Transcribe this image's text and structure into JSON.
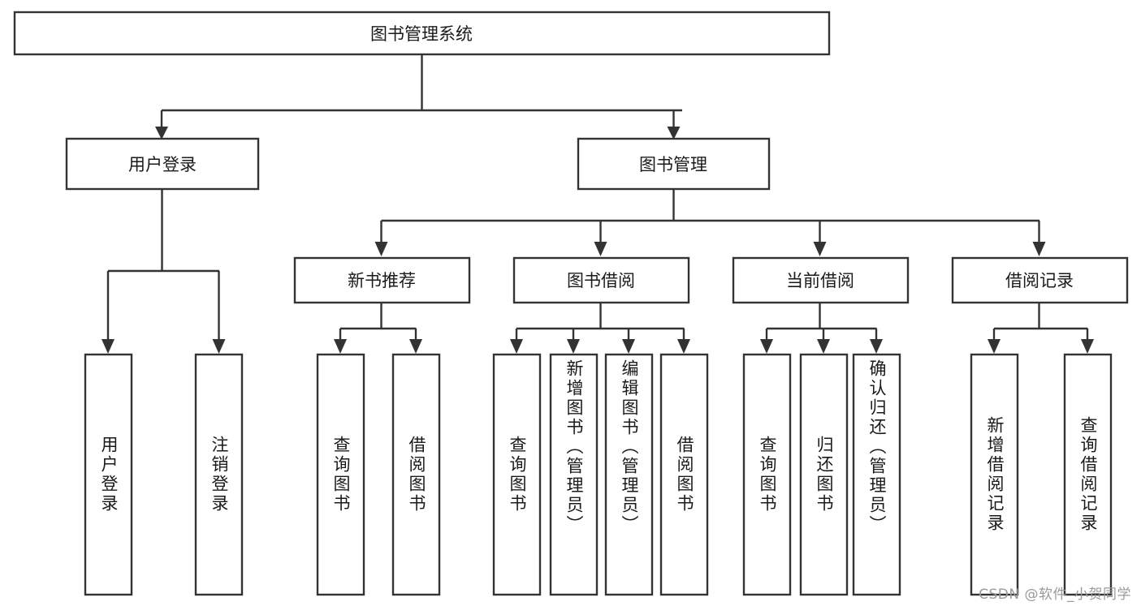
{
  "diagram": {
    "type": "tree-hierarchy-chart",
    "title": "图书管理系统",
    "watermark": "CSDN @软件_小贺同学",
    "colors": {
      "stroke": "#333333",
      "box_fill": "#ffffff",
      "text": "#1a1a1a",
      "background": "#ffffff",
      "watermark_text": "#9a9a9a"
    },
    "root": {
      "label": "图书管理系统"
    },
    "level2": [
      {
        "label": "用户登录"
      },
      {
        "label": "图书管理"
      }
    ],
    "level3": [
      {
        "label": "新书推荐"
      },
      {
        "label": "图书借阅"
      },
      {
        "label": "当前借阅"
      },
      {
        "label": "借阅记录"
      }
    ],
    "leaves": {
      "user_login": [
        {
          "label": "用户登录"
        },
        {
          "label": "注销登录"
        }
      ],
      "new_book_recommend": [
        {
          "label": "查询图书"
        },
        {
          "label": "借阅图书"
        }
      ],
      "book_borrow": [
        {
          "label": "查询图书"
        },
        {
          "label": "新增图书（管理员）"
        },
        {
          "label": "编辑图书（管理员）"
        },
        {
          "label": "借阅图书"
        }
      ],
      "current_borrow": [
        {
          "label": "查询图书"
        },
        {
          "label": "归还图书"
        },
        {
          "label": "确认归还（管理员）"
        }
      ],
      "borrow_records": [
        {
          "label": "新增借阅记录"
        },
        {
          "label": "查询借阅记录"
        }
      ]
    }
  }
}
